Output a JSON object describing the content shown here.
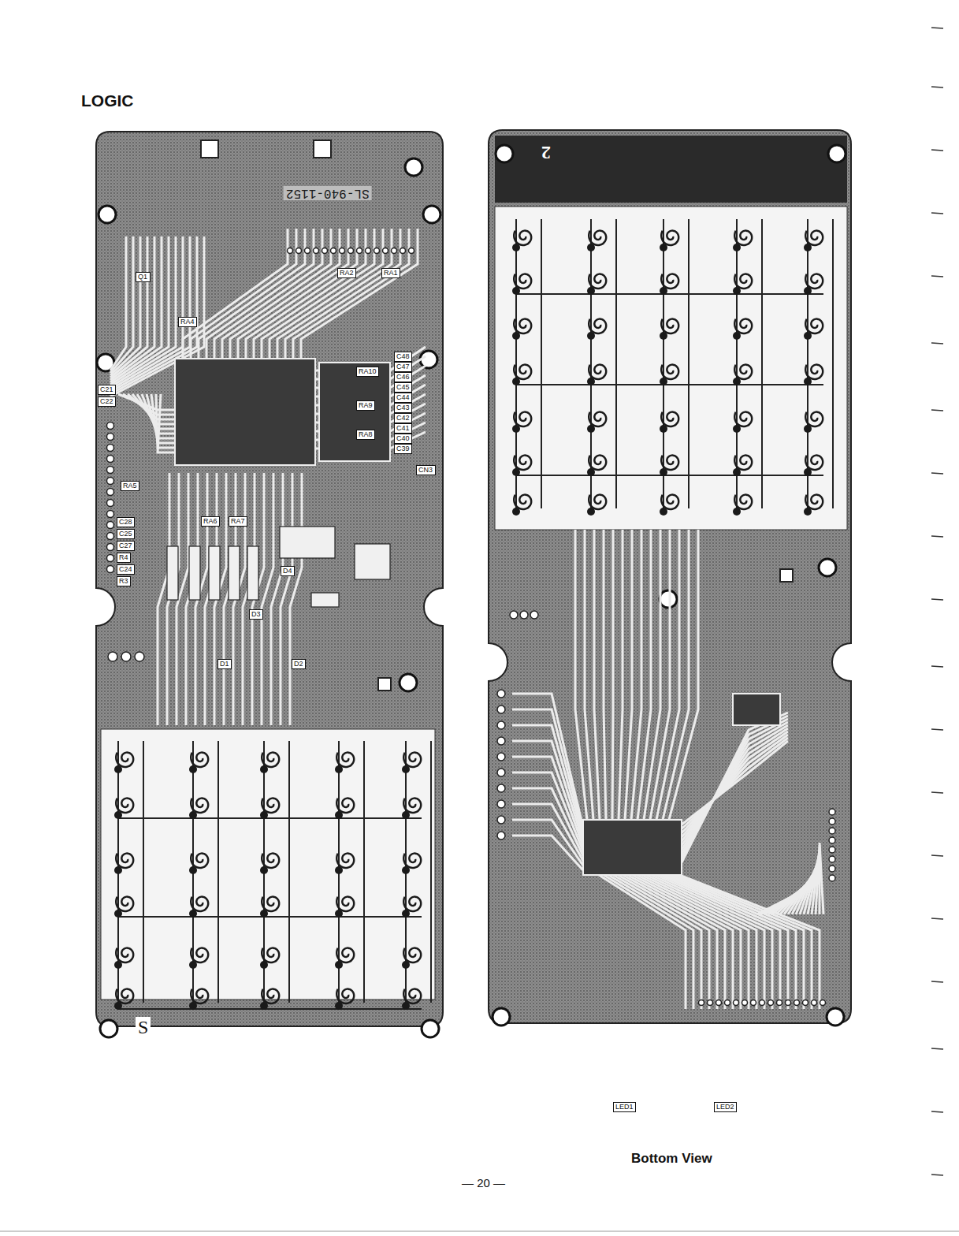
{
  "diagram": {
    "title": "LOGIC",
    "caption": "Bottom View",
    "nodes": [
      {
        "text": [
          "Q1"
        ]
      },
      {
        "text": [
          "RA2"
        ]
      },
      {
        "text": [
          "RA1"
        ]
      },
      {
        "text": [
          "RA4"
        ]
      },
      {
        "text": [
          "C21"
        ]
      },
      {
        "text": [
          "C22"
        ]
      },
      {
        "text": [
          "RA10"
        ]
      },
      {
        "text": [
          "RA9"
        ]
      },
      {
        "text": [
          "RA8"
        ]
      },
      {
        "text": [
          "C48"
        ]
      },
      {
        "text": [
          "C47"
        ]
      },
      {
        "text": [
          "C46"
        ]
      },
      {
        "text": [
          "C45"
        ]
      },
      {
        "text": [
          "C44"
        ]
      },
      {
        "text": [
          "C43"
        ]
      },
      {
        "text": [
          "C42"
        ]
      },
      {
        "text": [
          "C41"
        ]
      },
      {
        "text": [
          "C40"
        ]
      },
      {
        "text": [
          "C39"
        ]
      },
      {
        "text": [
          "CN3"
        ]
      },
      {
        "text": [
          "RA5"
        ]
      },
      {
        "text": [
          "RA6"
        ]
      },
      {
        "text": [
          "RA7"
        ]
      },
      {
        "text": [
          "C28"
        ]
      },
      {
        "text": [
          "C25"
        ]
      },
      {
        "text": [
          "C27"
        ]
      },
      {
        "text": [
          "R4"
        ]
      },
      {
        "text": [
          "C24"
        ]
      },
      {
        "text": [
          "R3"
        ]
      },
      {
        "text": [
          "D4"
        ]
      },
      {
        "text": [
          "D3"
        ]
      },
      {
        "text": [
          "D1"
        ]
      },
      {
        "text": [
          "D2"
        ]
      },
      {
        "text": [
          "LED1"
        ]
      },
      {
        "text": [
          "LED2"
        ]
      }
    ],
    "labels": [
      "SL-940-1152",
      "S",
      "2",
      "— 20 —"
    ]
  }
}
